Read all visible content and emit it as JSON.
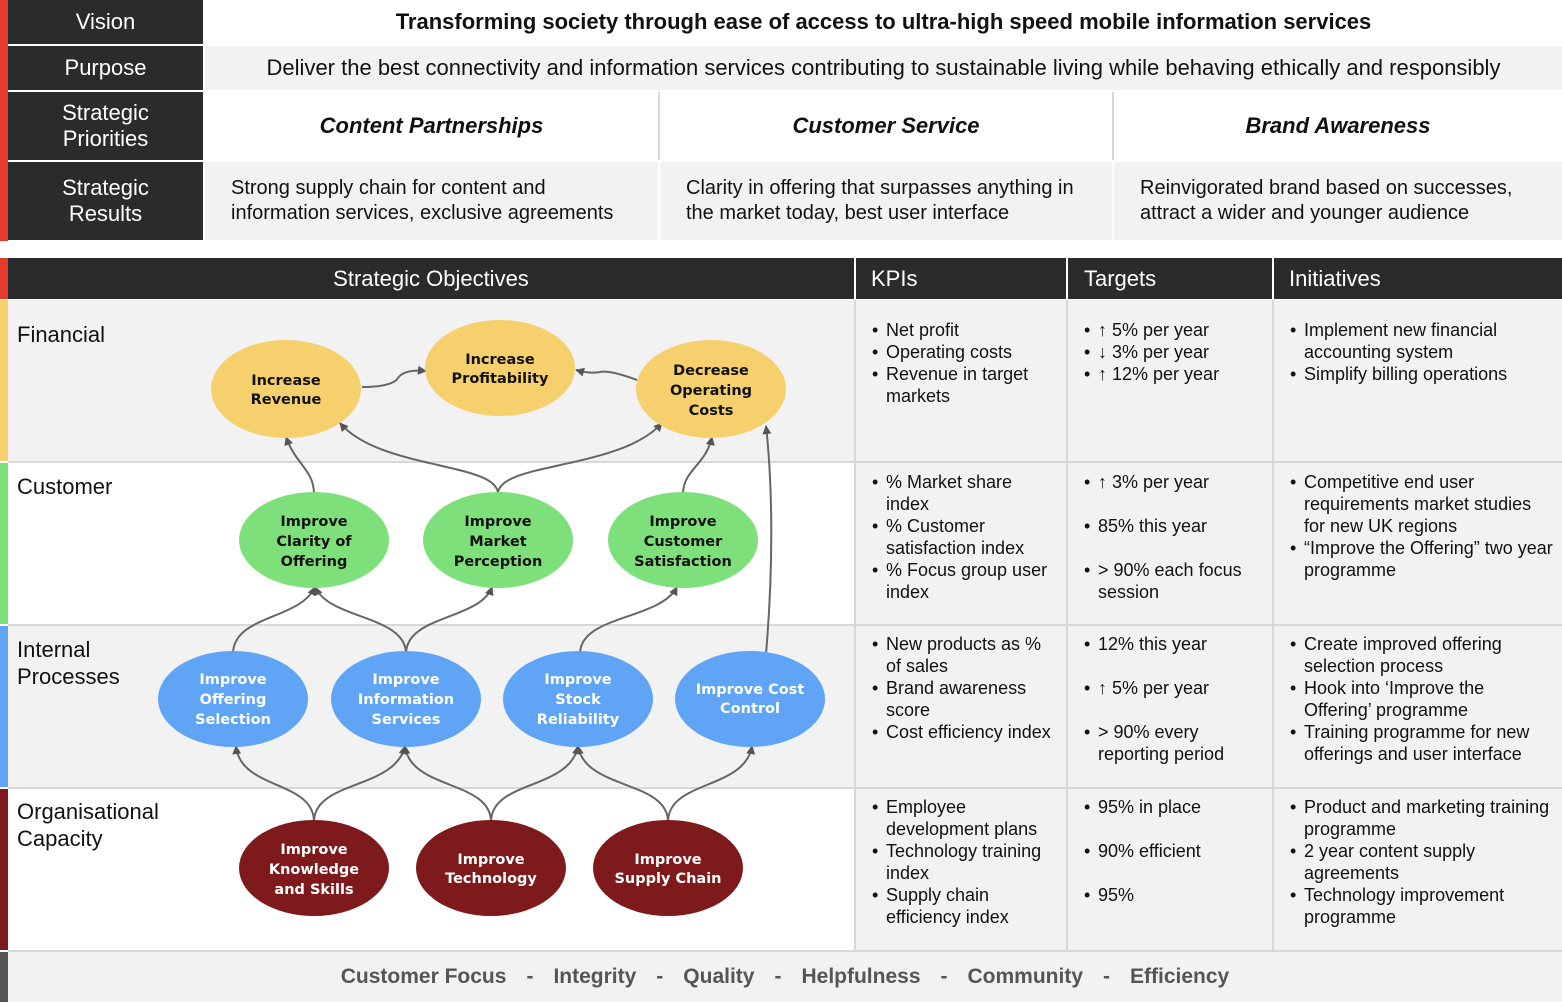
{
  "top": {
    "vision_label": "Vision",
    "vision_text": "Transforming society through ease of access to ultra-high speed mobile information services",
    "purpose_label": "Purpose",
    "purpose_text": "Deliver the best connectivity and information services contributing to sustainable living while behaving ethically and responsibly",
    "priorities_label": [
      "Strategic",
      "Priorities"
    ],
    "priorities": [
      "Content Partnerships",
      "Customer Service",
      "Brand Awareness"
    ],
    "results_label": [
      "Strategic",
      "Results"
    ],
    "results": [
      [
        "Strong supply chain for content and",
        "information services, exclusive agreements"
      ],
      [
        "Clarity in offering that surpasses anything in",
        "the market today, best user interface"
      ],
      [
        "Reinvigorated brand based on successes,",
        "attract a wider and younger audience"
      ]
    ]
  },
  "headers": {
    "objectives": "Strategic Objectives",
    "kpis": "KPIs",
    "targets": "Targets",
    "initiatives": "Initiatives"
  },
  "perspectives": [
    {
      "label": [
        "Financial"
      ],
      "color": "#f6d16e",
      "kpis": [
        "Net profit",
        "Operating costs",
        "Revenue in target markets"
      ],
      "targets": [
        "↑ 5% per year",
        "↓ 3% per year",
        "↑ 12% per year"
      ],
      "initiatives": [
        "Implement new financial accounting system",
        "Simplify billing operations"
      ]
    },
    {
      "label": [
        "Customer"
      ],
      "color": "#7ee07a",
      "kpis": [
        "% Market share index",
        "% Customer satisfaction index",
        "% Focus group user index"
      ],
      "targets": [
        "↑ 3% per year",
        "85% this year",
        "> 90% each focus session"
      ],
      "initiatives": [
        "Competitive end user requirements market studies for new UK regions",
        "“Improve the Offering” two year programme"
      ]
    },
    {
      "label": [
        "Internal",
        "Processes"
      ],
      "color": "#5fa4f5",
      "kpis": [
        "New products as % of sales",
        "Brand awareness score",
        "Cost efficiency index"
      ],
      "targets": [
        "12% this year",
        "↑ 5% per year",
        "> 90% every reporting period"
      ],
      "initiatives": [
        "Create improved offering selection process",
        "Hook into ‘Improve the Offering’ programme",
        "Training programme for new offerings and user interface"
      ]
    },
    {
      "label": [
        "Organisational",
        "Capacity"
      ],
      "color": "#7f1a1c",
      "kpis": [
        "Employee development plans",
        "Technology training index",
        "Supply chain efficiency index"
      ],
      "targets": [
        "95% in place",
        "90% efficient",
        "95%"
      ],
      "initiatives": [
        "Product and marketing training programme",
        "2 year content supply agreements",
        "Technology improvement programme"
      ]
    }
  ],
  "objectives": {
    "financial": [
      [
        "Increase",
        "Revenue"
      ],
      [
        "Increase",
        "Profitability"
      ],
      [
        "Decrease",
        "Operating",
        "Costs"
      ]
    ],
    "customer": [
      [
        "Improve",
        "Clarity of",
        "Offering"
      ],
      [
        "Improve",
        "Market",
        "Perception"
      ],
      [
        "Improve",
        "Customer",
        "Satisfaction"
      ]
    ],
    "internal": [
      [
        "Improve",
        "Offering",
        "Selection"
      ],
      [
        "Improve",
        "Information",
        "Services"
      ],
      [
        "Improve",
        "Stock",
        "Reliability"
      ],
      [
        "Improve Cost",
        "Control"
      ]
    ],
    "capacity": [
      [
        "Improve",
        "Knowledge",
        "and Skills"
      ],
      [
        "Improve",
        "Technology"
      ],
      [
        "Improve",
        "Supply Chain"
      ]
    ]
  },
  "values": [
    "Customer Focus",
    "Integrity",
    "Quality",
    "Helpfulness",
    "Community",
    "Efficiency"
  ],
  "values_separator": "-",
  "colors": {
    "financial_node": "#f6d06c",
    "customer_node": "#7ee07a",
    "internal_node": "#5fa4f5",
    "capacity_node": "#7f1a1c",
    "header_dark": "#2b2b2b",
    "accent_red": "#e53b2c"
  }
}
